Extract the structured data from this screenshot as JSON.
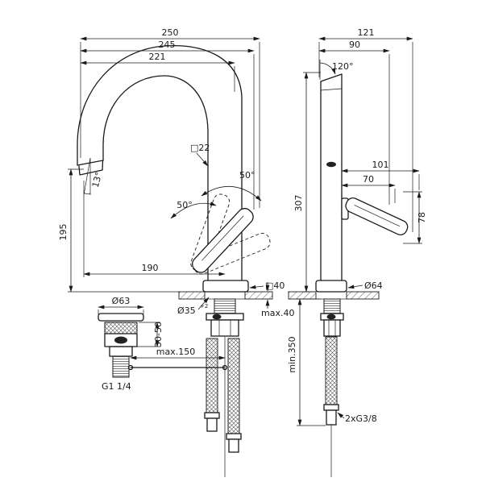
{
  "canvas": {
    "background": "#ffffff",
    "ink": "#1a1a1a"
  },
  "front": {
    "dims": {
      "d250": "250",
      "d245": "245",
      "d221": "221",
      "sq22": "□22",
      "a50_upper": "50°",
      "a50_lower": "50°",
      "a13": "13°",
      "d195": "195",
      "d190": "190",
      "sq40": "□40",
      "d63": "Ø63",
      "d35": "Ø35",
      "d35_tol": "+2",
      "max40": "max.40",
      "max150": "max.150",
      "r3050": "30-50",
      "g114": "G1 1/4"
    }
  },
  "side": {
    "dims": {
      "d121": "121",
      "d90": "90",
      "a120": "120°",
      "d101": "101",
      "d70": "70",
      "d78": "78",
      "d307": "307",
      "d64": "Ø64",
      "min350": "min.350",
      "g38": "2xG3/8"
    }
  }
}
